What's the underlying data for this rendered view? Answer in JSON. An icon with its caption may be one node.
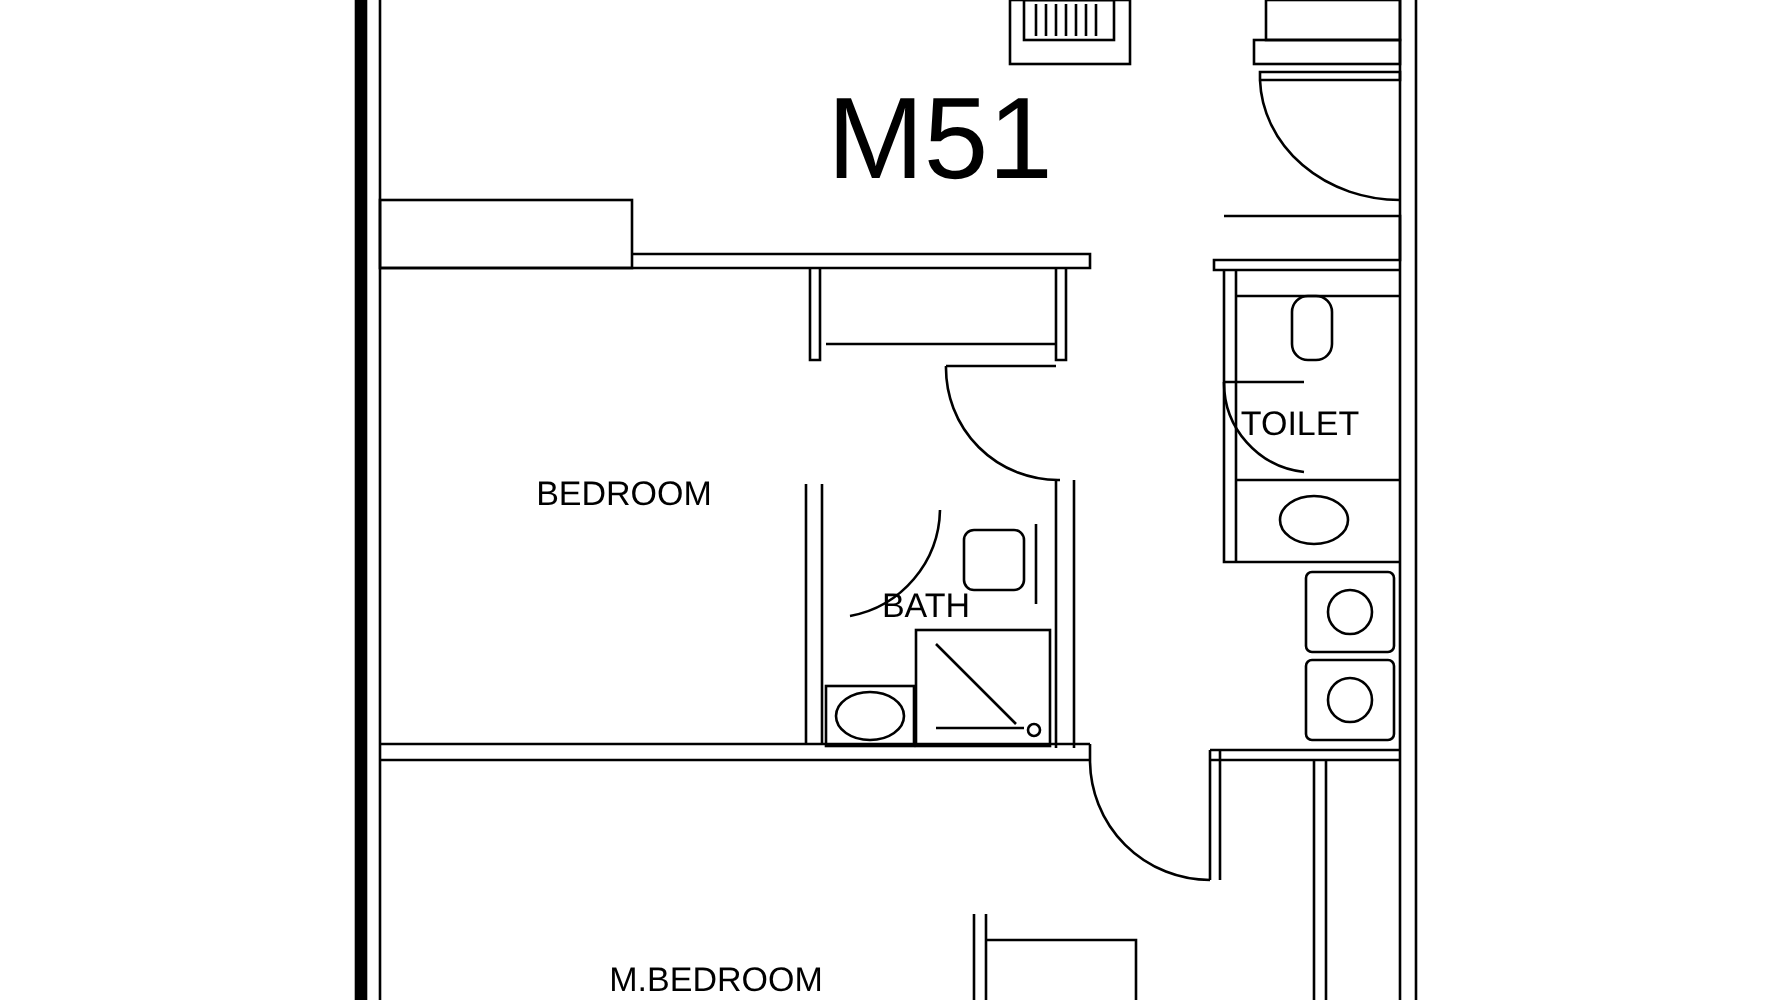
{
  "diagram": {
    "title": "M51",
    "labels": [
      "TOILET",
      "BEDROOM",
      "BATH",
      "M.BEDROOM"
    ]
  }
}
